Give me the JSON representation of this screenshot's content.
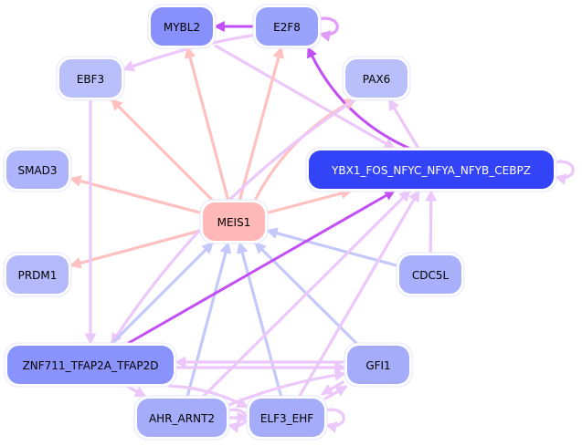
{
  "diagram": {
    "type": "gene-regulatory-network",
    "colors": {
      "node_border": "#e4e6fb",
      "edge_pink": "#ffc0c0",
      "edge_lavender": "#ecc8fa",
      "edge_blue": "#c4c8fa",
      "edge_purple": "#c24ef5"
    },
    "nodes": [
      {
        "id": "MYBL2",
        "label": "MYBL2",
        "fill": "#8890fc",
        "text": "#000000"
      },
      {
        "id": "E2F8",
        "label": "E2F8",
        "fill": "#9aa3fb",
        "text": "#000000"
      },
      {
        "id": "EBF3",
        "label": "EBF3",
        "fill": "#b9bffb",
        "text": "#000000"
      },
      {
        "id": "PAX6",
        "label": "PAX6",
        "fill": "#b9bffb",
        "text": "#000000"
      },
      {
        "id": "SMAD3",
        "label": "SMAD3",
        "fill": "#adb4fb",
        "text": "#000000"
      },
      {
        "id": "YBX1",
        "label": "YBX1_FOS_NFYC_NFYA_NFYB_CEBPZ",
        "fill": "#3344f8",
        "text": "#ffffff"
      },
      {
        "id": "MEIS1",
        "label": "MEIS1",
        "fill": "#ffb8b8",
        "text": "#000000"
      },
      {
        "id": "PRDM1",
        "label": "PRDM1",
        "fill": "#b3b9fb",
        "text": "#000000"
      },
      {
        "id": "CDC5L",
        "label": "CDC5L",
        "fill": "#a8affb",
        "text": "#000000"
      },
      {
        "id": "ZNF711",
        "label": "ZNF711_TFAP2A_TFAP2D",
        "fill": "#8a93fb",
        "text": "#000000"
      },
      {
        "id": "GFI1",
        "label": "GFI1",
        "fill": "#a5adfb",
        "text": "#000000"
      },
      {
        "id": "AHR",
        "label": "AHR_ARNT2",
        "fill": "#a5adfb",
        "text": "#000000"
      },
      {
        "id": "ELF3",
        "label": "ELF3_EHF",
        "fill": "#a5adfb",
        "text": "#000000"
      }
    ],
    "edges": [
      {
        "from": "E2F8",
        "to": "MYBL2",
        "color": "purple"
      },
      {
        "from": "E2F8",
        "to": "E2F8",
        "color": "lavender_dark"
      },
      {
        "from": "E2F8",
        "to": "EBF3",
        "color": "lavender"
      },
      {
        "from": "MYBL2",
        "to": "YBX1",
        "color": "lavender"
      },
      {
        "from": "YBX1",
        "to": "E2F8",
        "color": "purple"
      },
      {
        "from": "YBX1",
        "to": "PAX6",
        "color": "lavender"
      },
      {
        "from": "YBX1",
        "to": "YBX1",
        "color": "lavender"
      },
      {
        "from": "MEIS1",
        "to": "MYBL2",
        "color": "pink"
      },
      {
        "from": "MEIS1",
        "to": "E2F8",
        "color": "pink"
      },
      {
        "from": "MEIS1",
        "to": "EBF3",
        "color": "pink"
      },
      {
        "from": "MEIS1",
        "to": "PAX6",
        "color": "pink"
      },
      {
        "from": "MEIS1",
        "to": "SMAD3",
        "color": "pink"
      },
      {
        "from": "MEIS1",
        "to": "PRDM1",
        "color": "pink"
      },
      {
        "from": "MEIS1",
        "to": "YBX1",
        "color": "pink"
      },
      {
        "from": "EBF3",
        "to": "ZNF711",
        "color": "lavender"
      },
      {
        "from": "PAX6",
        "to": "ZNF711",
        "color": "lavender"
      },
      {
        "from": "CDC5L",
        "to": "MEIS1",
        "color": "blue"
      },
      {
        "from": "CDC5L",
        "to": "YBX1",
        "color": "lavender"
      },
      {
        "from": "ZNF711",
        "to": "MEIS1",
        "color": "blue"
      },
      {
        "from": "AHR",
        "to": "MEIS1",
        "color": "blue"
      },
      {
        "from": "ELF3",
        "to": "MEIS1",
        "color": "blue"
      },
      {
        "from": "GFI1",
        "to": "MEIS1",
        "color": "blue"
      },
      {
        "from": "ZNF711",
        "to": "YBX1",
        "color": "purple"
      },
      {
        "from": "AHR",
        "to": "YBX1",
        "color": "lavender"
      },
      {
        "from": "ELF3",
        "to": "YBX1",
        "color": "lavender"
      },
      {
        "from": "ZNF711",
        "to": "GFI1",
        "color": "lavender"
      },
      {
        "from": "GFI1",
        "to": "ZNF711",
        "color": "lavender"
      },
      {
        "from": "ZNF711",
        "to": "AHR",
        "color": "lavender"
      },
      {
        "from": "ZNF711",
        "to": "ELF3",
        "color": "lavender"
      },
      {
        "from": "AHR",
        "to": "GFI1",
        "color": "lavender"
      },
      {
        "from": "AHR",
        "to": "ELF3",
        "color": "lavender"
      },
      {
        "from": "AHR",
        "to": "AHR",
        "color": "lavender"
      },
      {
        "from": "ELF3",
        "to": "ELF3",
        "color": "lavender"
      },
      {
        "from": "ELF3",
        "to": "GFI1",
        "color": "lavender"
      },
      {
        "from": "GFI1",
        "to": "ELF3",
        "color": "lavender"
      }
    ]
  }
}
